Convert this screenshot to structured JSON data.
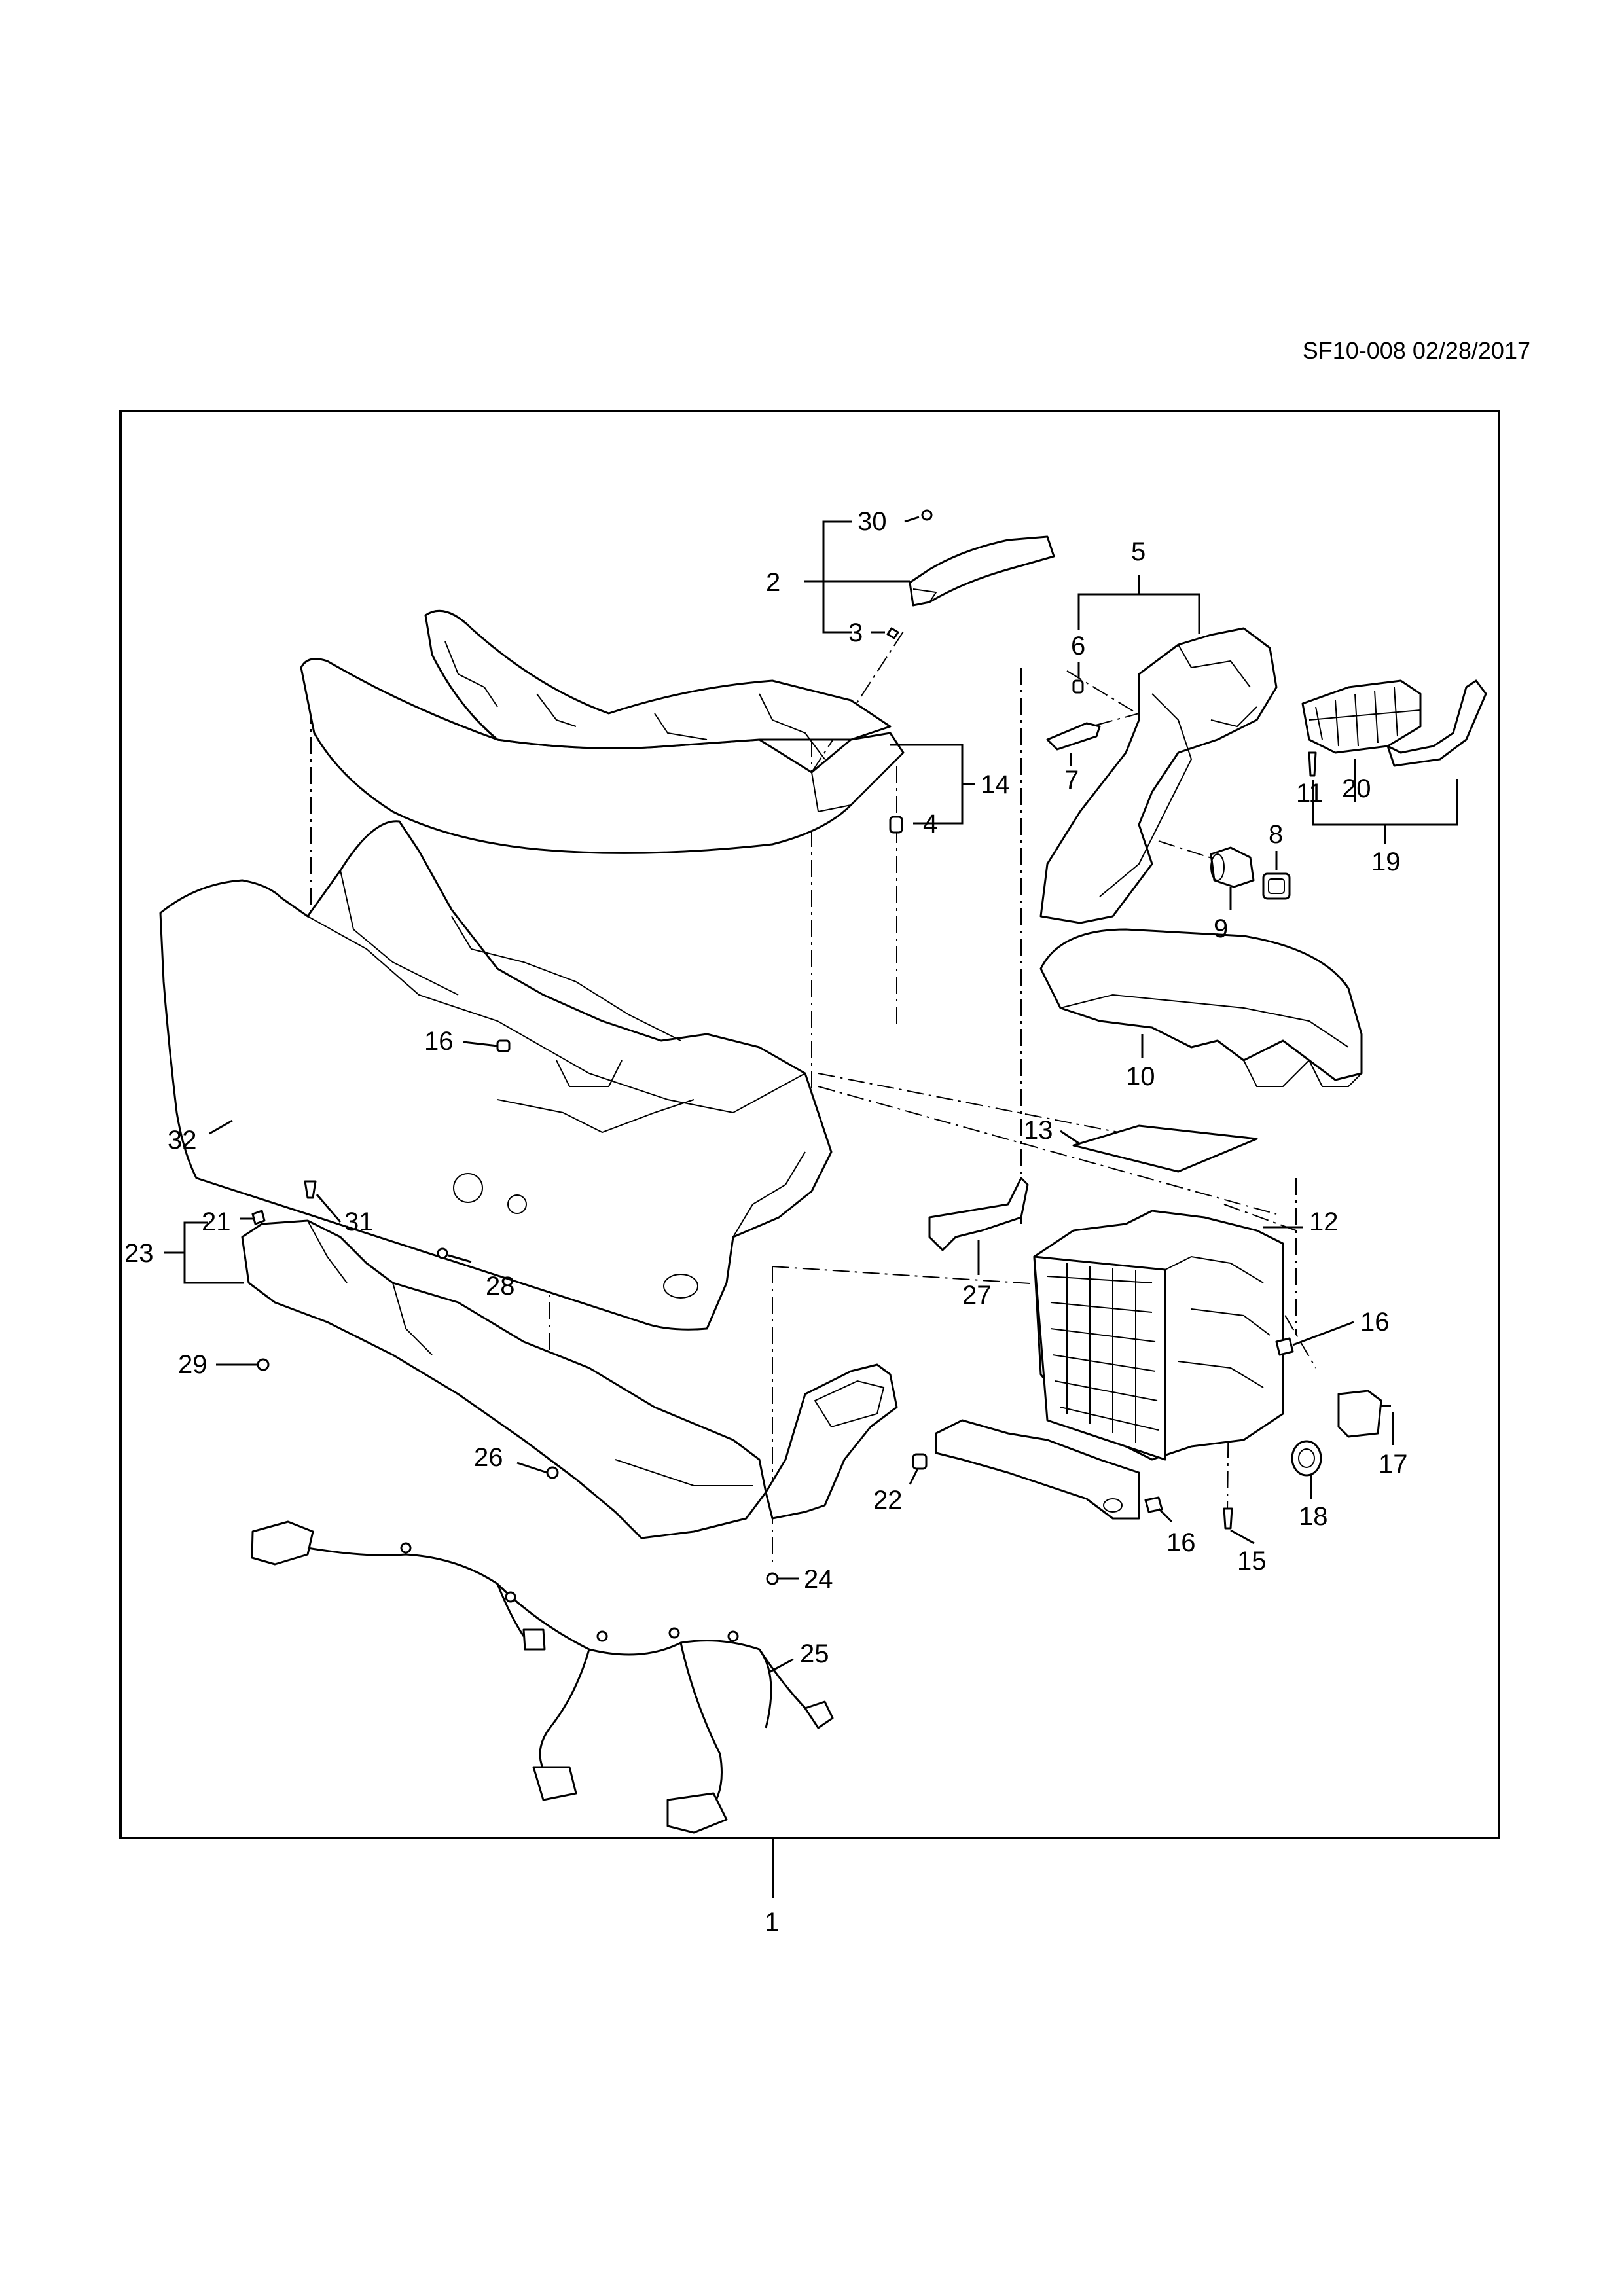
{
  "reference": "SF10-008 02/28/2017",
  "callouts": {
    "c1": "1",
    "c2": "2",
    "c3": "3",
    "c4": "4",
    "c5": "5",
    "c6": "6",
    "c7": "7",
    "c8": "8",
    "c9": "9",
    "c10": "10",
    "c11": "11",
    "c12": "12",
    "c13": "13",
    "c14": "14",
    "c15": "15",
    "c16a": "16",
    "c16b": "16",
    "c16c": "16",
    "c17": "17",
    "c18": "18",
    "c19": "19",
    "c20": "20",
    "c21": "21",
    "c22": "22",
    "c23": "23",
    "c24": "24",
    "c25": "25",
    "c26": "26",
    "c27": "27",
    "c28": "28",
    "c29": "29",
    "c30": "30",
    "c31": "31",
    "c32": "32"
  }
}
